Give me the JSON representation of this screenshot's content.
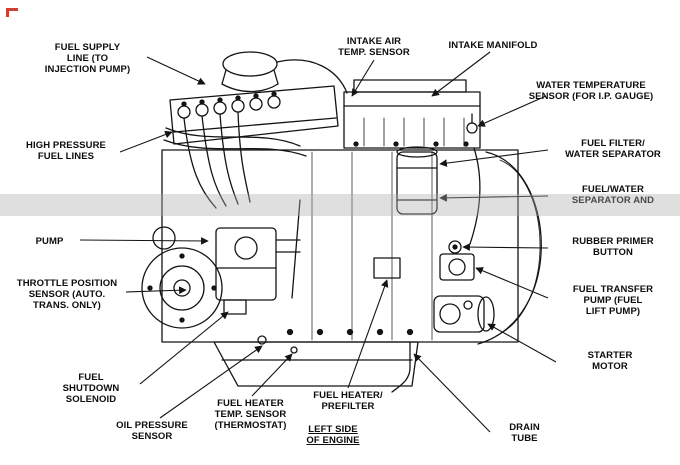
{
  "page": {
    "background": "#ffffff"
  },
  "colors": {
    "ink": "#141414",
    "watermark_band": "#aaaaaa",
    "crop_mark": "#cc2a1e"
  },
  "labels": {
    "fuel_supply_line": "FUEL SUPPLY\nLINE (TO\nINJECTION PUMP)",
    "intake_air_temp_sensor": "INTAKE AIR\nTEMP. SENSOR",
    "intake_manifold": "INTAKE MANIFOLD",
    "water_temperature_sensor": "WATER TEMPERATURE\nSENSOR (FOR I.P. GAUGE)",
    "high_pressure_fuel_lines": "HIGH PRESSURE\nFUEL LINES",
    "fuel_filter_water_separator": "FUEL FILTER/\nWATER SEPARATOR",
    "fuel_water_separator": "FUEL/WATER\nSEPARATOR AND",
    "pump": "PUMP",
    "rubber_primer_button": "RUBBER PRIMER\nBUTTON",
    "throttle_position_sensor": "THROTTLE POSITION\nSENSOR (AUTO.\nTRANS. ONLY)",
    "fuel_transfer_pump": "FUEL TRANSFER\nPUMP (FUEL\nLIFT PUMP)",
    "starter_motor": "STARTER\nMOTOR",
    "fuel_shutdown_solenoid": "FUEL\nSHUTDOWN\nSOLENOID",
    "oil_pressure_sensor": "OIL PRESSURE\nSENSOR",
    "fuel_heater_temp_sensor": "FUEL HEATER\nTEMP. SENSOR\n(THERMOSTAT)",
    "fuel_heater_prefilter": "FUEL HEATER/\nPREFILTER",
    "left_side_of_engine": "LEFT SIDE\nOF ENGINE",
    "drain_tube": "DRAIN\nTUBE"
  }
}
